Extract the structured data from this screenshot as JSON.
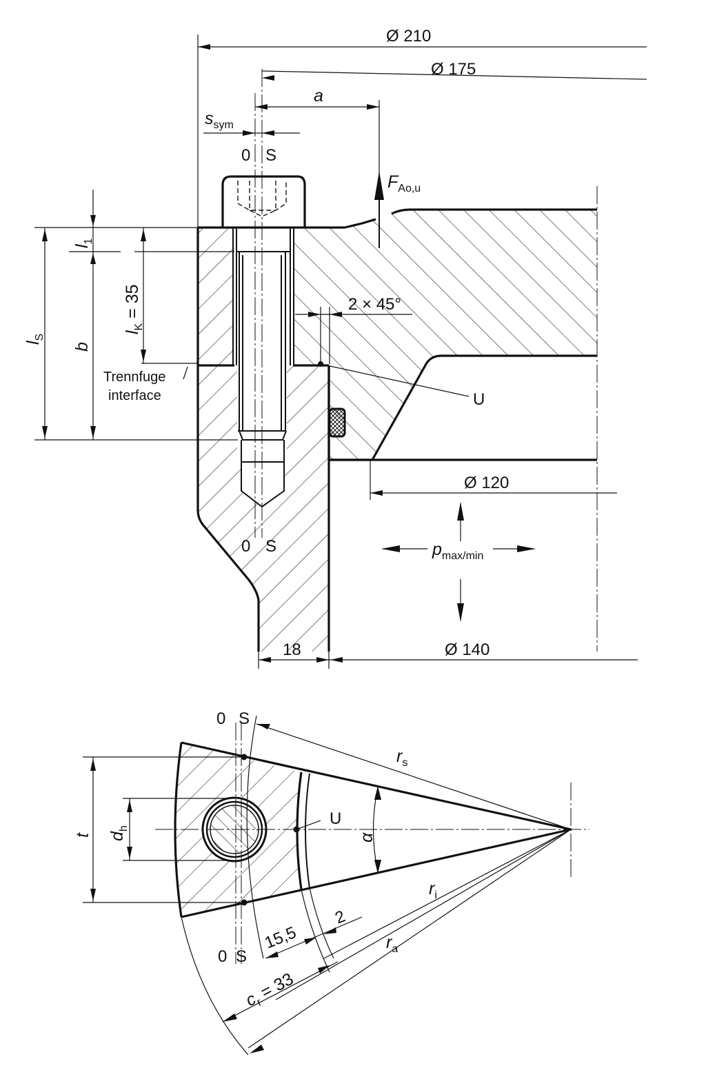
{
  "figure": {
    "type": "technical-drawing",
    "subject": "bolted flange joint with eccentric axial load",
    "views": [
      "longitudinal-section",
      "sector-cross-section"
    ]
  },
  "top_view": {
    "dimensions": {
      "dia_outer": "Ø 210",
      "dia_bolt_circle": "Ø 175",
      "dia_bore": "Ø 120",
      "dia_inner_flange": "Ø 140",
      "wall_thickness": "18",
      "chamfer": "2 × 45°",
      "clamp_length_symbol": "l",
      "clamp_length_sub": "K",
      "clamp_length_value": " = 35",
      "eccentricity": "a",
      "ssym_symbol": "s",
      "ssym_sub": "sym",
      "ls_symbol": "l",
      "ls_sub": "S",
      "b_symbol": "b",
      "l1_symbol": "l",
      "l1_sub": "1"
    },
    "labels": {
      "axis_zero_top": "0",
      "axis_s_top": "S",
      "axis_zero_bottom": "0",
      "axis_s_bottom": "S",
      "force_symbol": "F",
      "force_sub": "Ao,u",
      "pressure_symbol": "p",
      "pressure_sub": "max/min",
      "point_u": "U",
      "interface_de": "Trennfuge",
      "interface_en": "interface"
    }
  },
  "bottom_view": {
    "dimensions": {
      "t_symbol": "t",
      "dh_symbol": "d",
      "dh_sub": "h",
      "alpha_symbol": "α",
      "rs_symbol": "r",
      "rs_sub": "s",
      "ri_symbol": "r",
      "ri_sub": "i",
      "ra_symbol": "r",
      "ra_sub": "a",
      "dist_15_5": "15,5",
      "dist_2": "2",
      "cr_symbol": "c",
      "cr_sub": "r",
      "cr_value": " = 33"
    },
    "labels": {
      "axis_zero_top": "0",
      "axis_s_top": "S",
      "axis_zero_bottom": "0",
      "axis_s_bottom": "S",
      "point_u": "U"
    }
  }
}
